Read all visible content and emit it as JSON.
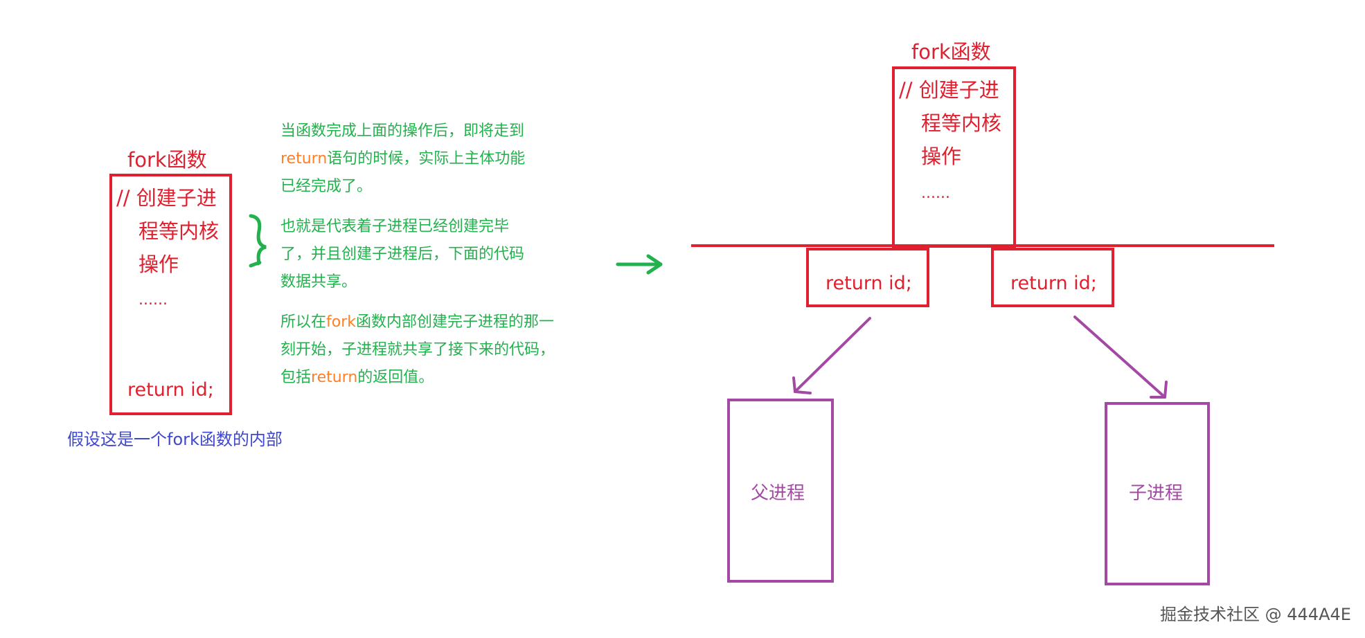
{
  "left": {
    "title": "fork函数",
    "code_comment_line1": "// 创建子进",
    "code_comment_line2": "程等内核",
    "code_comment_line3": "操作",
    "code_ellipsis": "......",
    "code_return": "return id;",
    "caption": "假设这是一个fork函数的内部"
  },
  "notes": {
    "p1_line1": "当函数完成上面的操作后，即将走到",
    "p1_line2_keyword": "return",
    "p1_line2_rest": "语句的时候，实际上主体功能",
    "p1_line3": "已经完成了。",
    "p2_line1": "也就是代表着子进程已经创建完毕",
    "p2_line2": "了，并且创建子进程后，下面的代码",
    "p2_line3": "数据共享。",
    "p3_line1_prefix": "所以在",
    "p3_line1_keyword": "fork",
    "p3_line1_rest": "函数内部创建完子进程的那一",
    "p3_line2": "刻开始，子进程就共享了接下来的代码，",
    "p3_line3_prefix": "包括",
    "p3_line3_keyword": "return",
    "p3_line3_rest": "的返回值。"
  },
  "right": {
    "title": "fork函数",
    "code_comment_line1": "// 创建子进",
    "code_comment_line2": "程等内核",
    "code_comment_line3": "操作",
    "code_ellipsis": "......",
    "return_left": "return id;",
    "return_right": "return id;",
    "parent_process": "父进程",
    "child_process": "子进程"
  },
  "watermark": "掘金技术社区 @ 444A4E",
  "colors": {
    "red": "#e0202e",
    "green": "#22b14c",
    "orange": "#ff7f27",
    "blue": "#3f48cc",
    "purple": "#a349a4"
  }
}
